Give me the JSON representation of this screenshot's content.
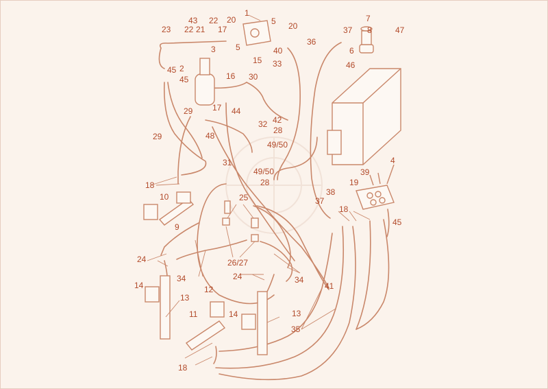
{
  "colors": {
    "background": "#fbf3ec",
    "line": "#c9876a",
    "label": "#b24a2a",
    "accent": "#d9531f"
  },
  "callouts": [
    "1",
    "2",
    "3",
    "4",
    "5",
    "5",
    "6",
    "7",
    "8",
    "9",
    "10",
    "11",
    "12",
    "13",
    "13",
    "14",
    "14",
    "15",
    "16",
    "17",
    "17",
    "18",
    "18",
    "18",
    "19",
    "20",
    "20",
    "21",
    "22",
    "22",
    "23",
    "24",
    "24",
    "25",
    "26/27",
    "28",
    "28",
    "29",
    "29",
    "30",
    "31",
    "32",
    "33",
    "34",
    "34",
    "35",
    "36",
    "37",
    "37",
    "38",
    "39",
    "40",
    "41",
    "42",
    "43",
    "44",
    "45",
    "45",
    "45",
    "46",
    "47",
    "48",
    "49/50",
    "49/50"
  ]
}
